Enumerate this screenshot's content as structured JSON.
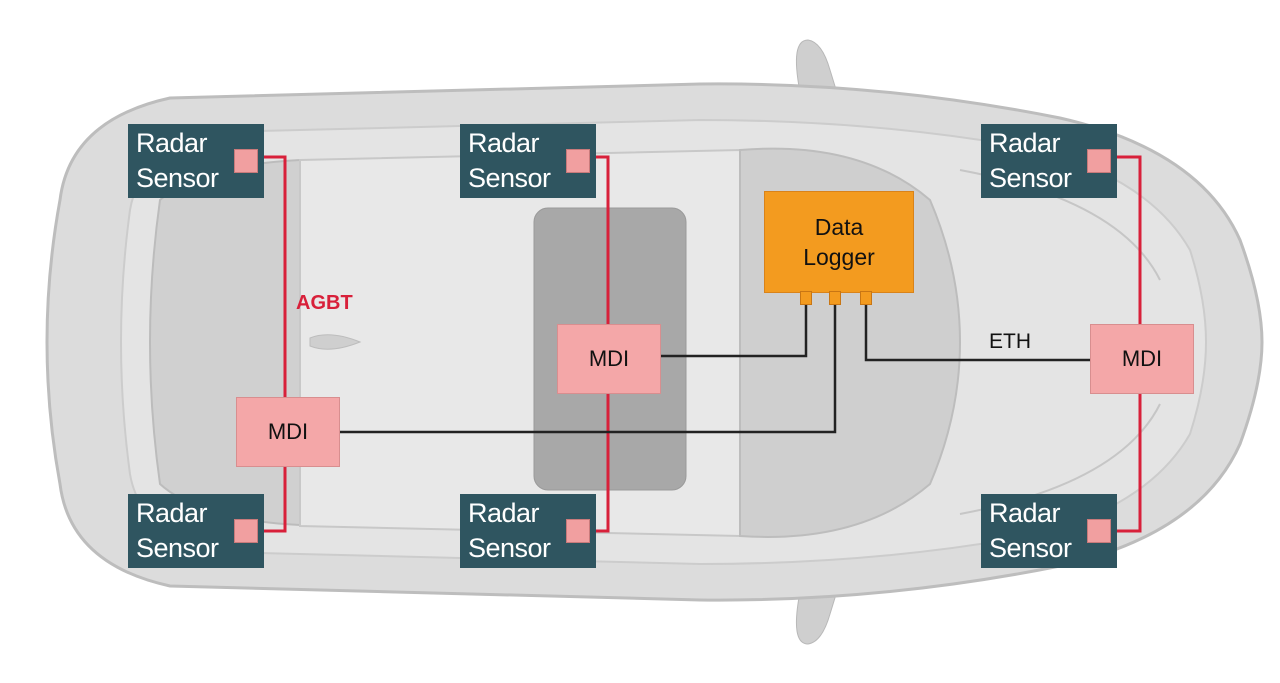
{
  "colors": {
    "sensor_bg": "#2f5560",
    "mdi_bg": "#f4a7a8",
    "logger_bg": "#f39b1f",
    "agbt_link": "#d8203a",
    "eth_link": "#111111",
    "car_body": "#d9d9d9"
  },
  "sensors": [
    {
      "line1": "Radar",
      "line2": "Sensor"
    },
    {
      "line1": "Radar",
      "line2": "Sensor"
    },
    {
      "line1": "Radar",
      "line2": "Sensor"
    },
    {
      "line1": "Radar",
      "line2": "Sensor"
    },
    {
      "line1": "Radar",
      "line2": "Sensor"
    },
    {
      "line1": "Radar",
      "line2": "Sensor"
    }
  ],
  "mdi": [
    {
      "label": "MDI"
    },
    {
      "label": "MDI"
    },
    {
      "label": "MDI"
    }
  ],
  "logger": {
    "line1": "Data",
    "line2": "Logger"
  },
  "labels": {
    "agbt": "AGBT",
    "eth": "ETH"
  }
}
